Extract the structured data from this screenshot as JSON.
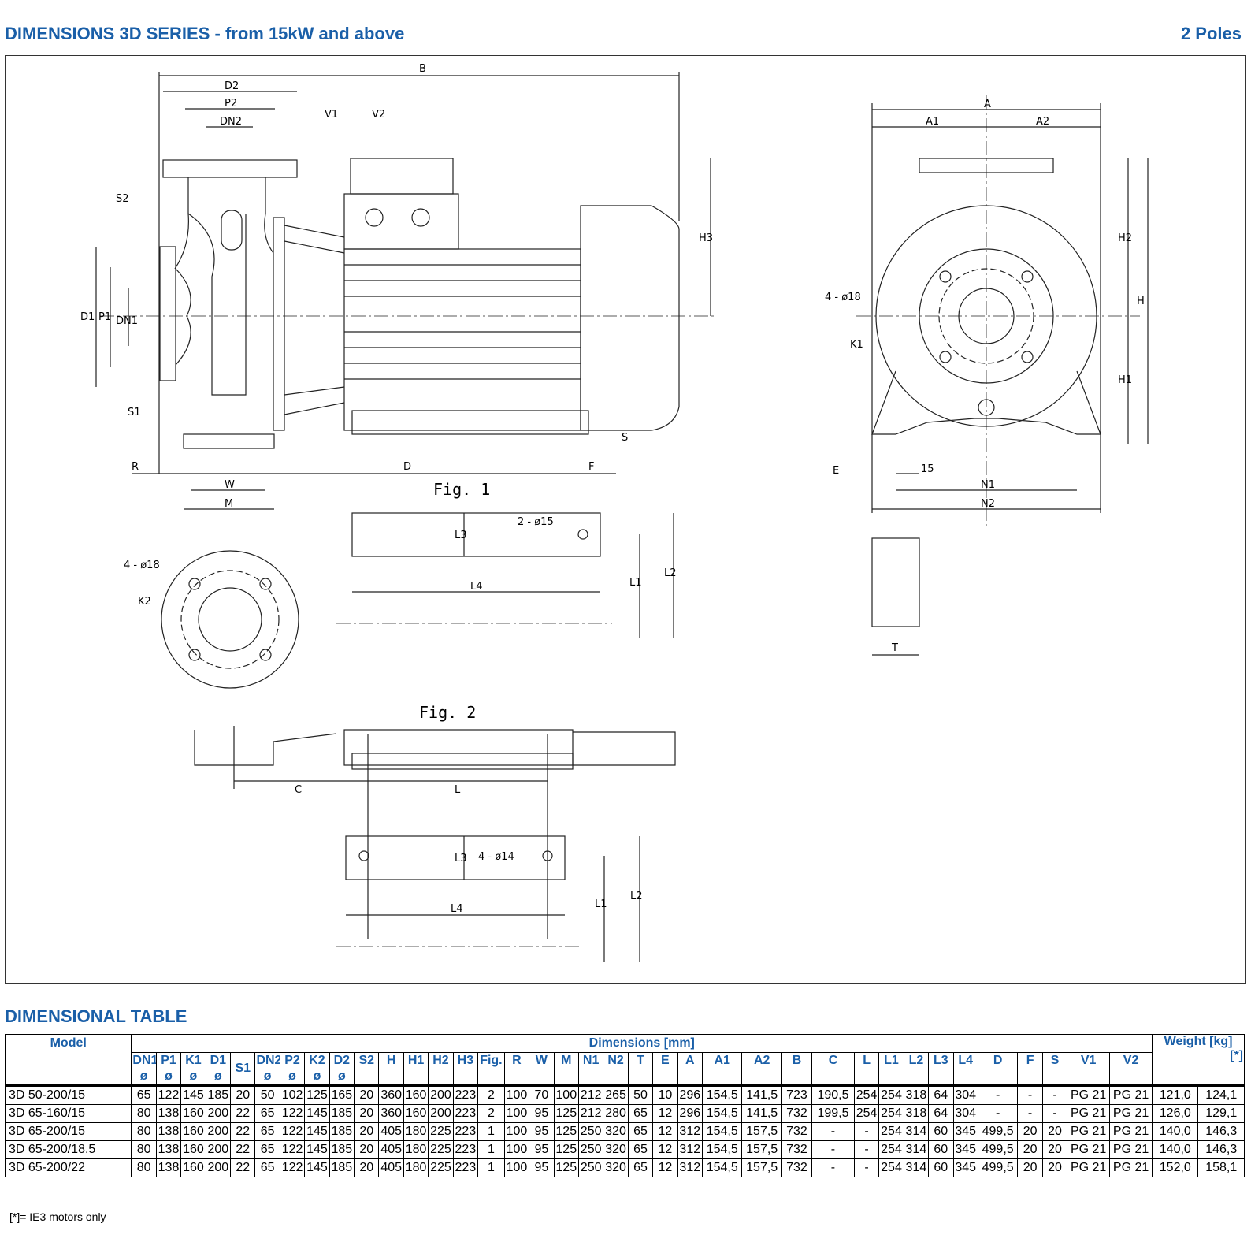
{
  "header": {
    "title": "DIMENSIONS 3D SERIES - from 15kW and above",
    "poles": "2 Poles"
  },
  "drawing": {
    "fig1": "Fig. 1",
    "fig2": "Fig. 2",
    "labels": {
      "B": "B",
      "D2": "D2",
      "P2": "P2",
      "DN2": "DN2",
      "V1": "V1",
      "V2": "V2",
      "S2": "S2",
      "H3": "H3",
      "D1": "D1",
      "P1": "P1",
      "DN1": "DN1",
      "S1": "S1",
      "R": "R",
      "D": "D",
      "F": "F",
      "W": "W",
      "M": "M",
      "S": "S",
      "A": "A",
      "A1": "A1",
      "A2": "A2",
      "H2": "H2",
      "H": "H",
      "H1": "H1",
      "hole18": "4 - ø18",
      "K1": "K1",
      "E": "E",
      "n15": "15",
      "N1": "N1",
      "N2": "N2",
      "L3": "L3",
      "hole15": "2 - ø15",
      "L1": "L1",
      "L2": "L2",
      "L4": "L4",
      "K2": "K2",
      "C": "C",
      "L": "L",
      "hole14": "4 - ø14",
      "T": "T"
    }
  },
  "table": {
    "title": "DIMENSIONAL TABLE",
    "model_header": "Model",
    "dims_header": "Dimensions [mm]",
    "weight_header": "Weight [kg]",
    "star": "[*]",
    "columns": [
      "DN1",
      "P1",
      "K1",
      "D1",
      "S1",
      "DN2",
      "P2",
      "K2",
      "D2",
      "S2",
      "H",
      "H1",
      "H2",
      "H3",
      "Fig.",
      "R",
      "W",
      "M",
      "N1",
      "N2",
      "T",
      "E",
      "A",
      "A1",
      "A2",
      "B",
      "C",
      "L",
      "L1",
      "L2",
      "L3",
      "L4",
      "D",
      "F",
      "S",
      "V1",
      "V2"
    ],
    "diameter_cols": [
      "ø",
      "ø",
      "ø",
      "ø",
      "",
      "ø",
      "ø",
      "ø",
      "ø"
    ],
    "rows": [
      {
        "model": "3D 50-200/15",
        "values": [
          "65",
          "122",
          "145",
          "185",
          "20",
          "50",
          "102",
          "125",
          "165",
          "20",
          "360",
          "160",
          "200",
          "223",
          "2",
          "100",
          "70",
          "100",
          "212",
          "265",
          "50",
          "10",
          "296",
          "154,5",
          "141,5",
          "723",
          "190,5",
          "254",
          "254",
          "318",
          "64",
          "304",
          "-",
          "-",
          "-",
          "PG 21",
          "PG 21"
        ],
        "w1": "121,0",
        "w2": "124,1"
      },
      {
        "model": "3D 65-160/15",
        "values": [
          "80",
          "138",
          "160",
          "200",
          "22",
          "65",
          "122",
          "145",
          "185",
          "20",
          "360",
          "160",
          "200",
          "223",
          "2",
          "100",
          "95",
          "125",
          "212",
          "280",
          "65",
          "12",
          "296",
          "154,5",
          "141,5",
          "732",
          "199,5",
          "254",
          "254",
          "318",
          "64",
          "304",
          "-",
          "-",
          "-",
          "PG 21",
          "PG 21"
        ],
        "w1": "126,0",
        "w2": "129,1"
      },
      {
        "model": "3D 65-200/15",
        "values": [
          "80",
          "138",
          "160",
          "200",
          "22",
          "65",
          "122",
          "145",
          "185",
          "20",
          "405",
          "180",
          "225",
          "223",
          "1",
          "100",
          "95",
          "125",
          "250",
          "320",
          "65",
          "12",
          "312",
          "154,5",
          "157,5",
          "732",
          "-",
          "-",
          "254",
          "314",
          "60",
          "345",
          "499,5",
          "20",
          "20",
          "PG 21",
          "PG 21"
        ],
        "w1": "140,0",
        "w2": "146,3"
      },
      {
        "model": "3D 65-200/18.5",
        "values": [
          "80",
          "138",
          "160",
          "200",
          "22",
          "65",
          "122",
          "145",
          "185",
          "20",
          "405",
          "180",
          "225",
          "223",
          "1",
          "100",
          "95",
          "125",
          "250",
          "320",
          "65",
          "12",
          "312",
          "154,5",
          "157,5",
          "732",
          "-",
          "-",
          "254",
          "314",
          "60",
          "345",
          "499,5",
          "20",
          "20",
          "PG 21",
          "PG 21"
        ],
        "w1": "140,0",
        "w2": "146,3"
      },
      {
        "model": "3D 65-200/22",
        "values": [
          "80",
          "138",
          "160",
          "200",
          "22",
          "65",
          "122",
          "145",
          "185",
          "20",
          "405",
          "180",
          "225",
          "223",
          "1",
          "100",
          "95",
          "125",
          "250",
          "320",
          "65",
          "12",
          "312",
          "154,5",
          "157,5",
          "732",
          "-",
          "-",
          "254",
          "314",
          "60",
          "345",
          "499,5",
          "20",
          "20",
          "PG 21",
          "PG 21"
        ],
        "w1": "152,0",
        "w2": "158,1"
      }
    ],
    "footnote": "[*]= IE3 motors only"
  }
}
